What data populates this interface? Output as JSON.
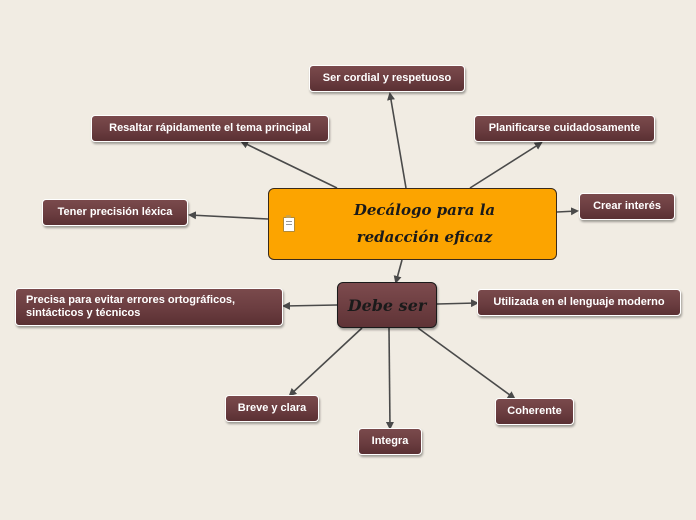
{
  "root": {
    "title": "Decálogo para la redacción eficaz",
    "icon": "note-icon"
  },
  "sub": {
    "title": "Debe ser"
  },
  "nodes": {
    "cordial": "Ser cordial y respetuoso",
    "resaltar": "Resaltar rápidamente el tema principal",
    "planificarse": "Planificarse cuidadosamente",
    "precision": "Tener precisión léxica",
    "interes": "Crear interés",
    "precisa": "Precisa para evitar errores ortográficos, sintácticos y técnicos",
    "utilizada": "Utilizada en el lenguaje moderno",
    "breve": "Breve y clara",
    "integra": "Integra",
    "coherente": "Coherente"
  },
  "colors": {
    "background": "#f1ece3",
    "root_fill": "#fca400",
    "node_fill": "#6b3d40",
    "connector": "#4a4a4a"
  }
}
